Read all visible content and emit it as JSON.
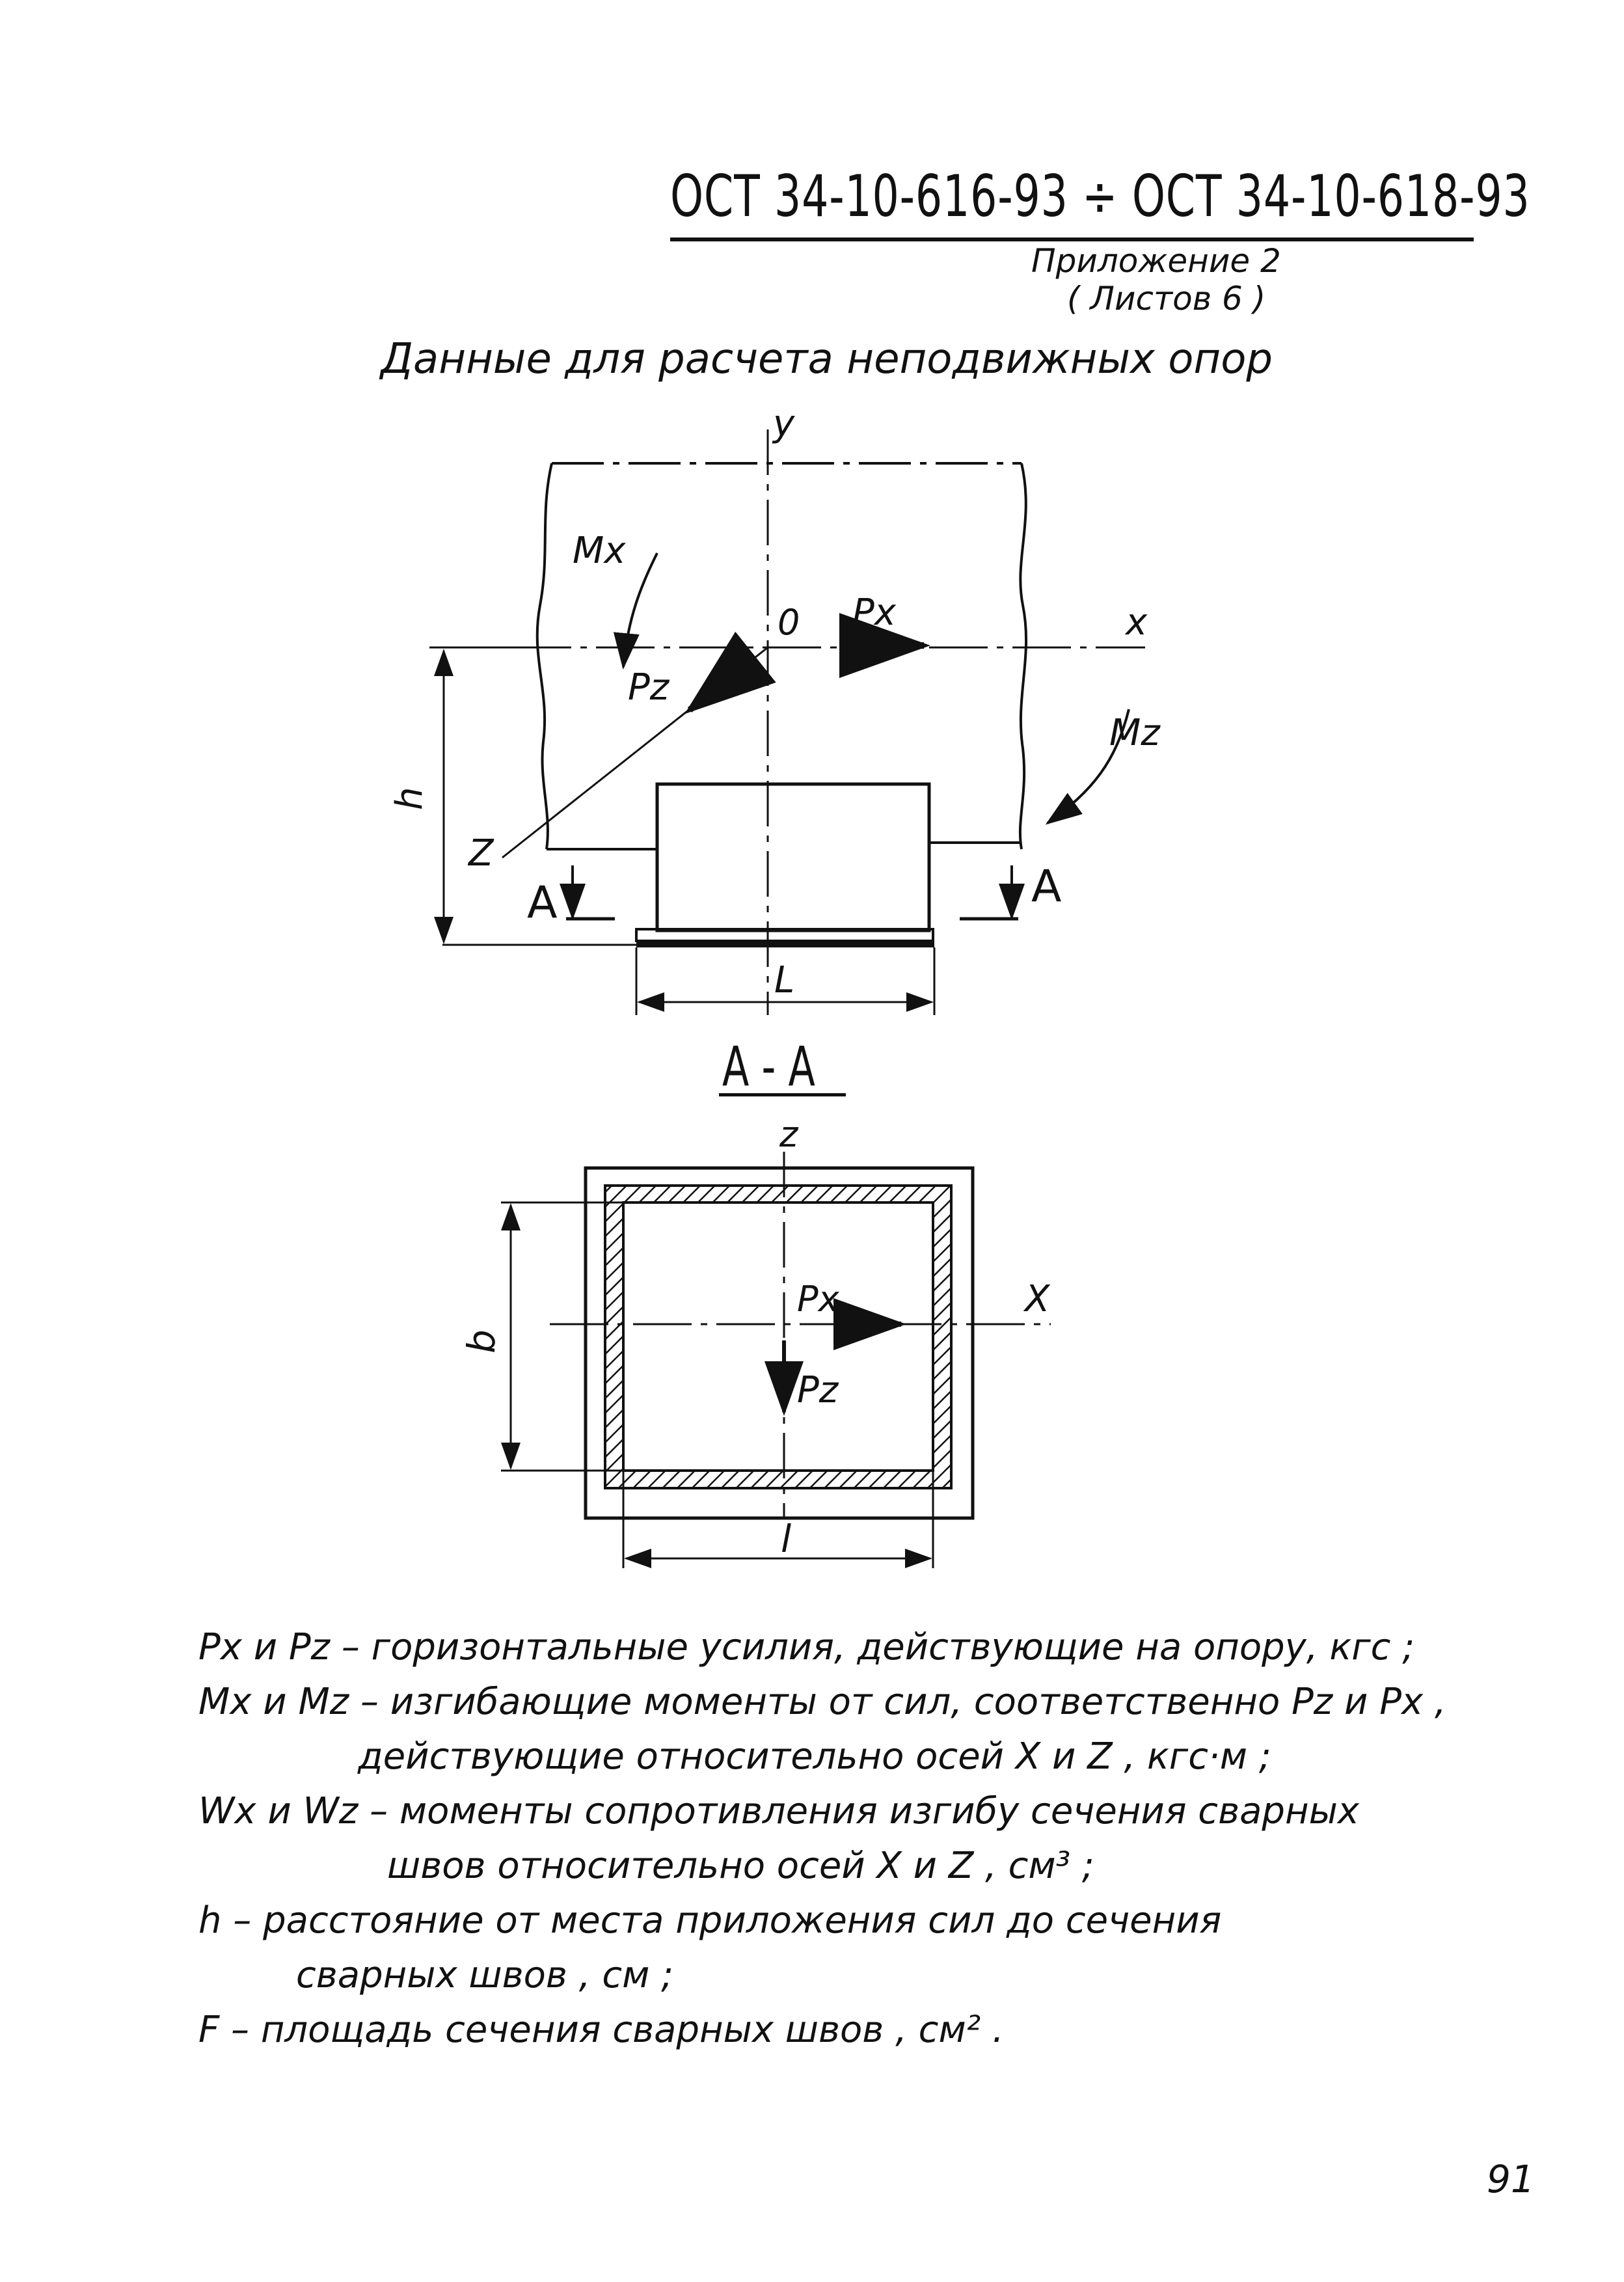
{
  "header": {
    "doc_code": "ОСТ 34-10-616-93 ÷ ОСТ 34-10-618-93",
    "appendix": "Приложение 2",
    "sheets": "( Листов 6 )"
  },
  "title": "Данные для расчета неподвижных опор",
  "figure_top": {
    "axis_y": "y",
    "axis_x": "x",
    "axis_z": "Z",
    "origin": "0",
    "force_px": "Px",
    "force_pz": "Pz",
    "moment_mx": "Mx",
    "moment_mz": "Mz",
    "height": "h",
    "length": "L",
    "cut_left": "A",
    "cut_right": "A"
  },
  "section": {
    "label": "А - А",
    "axis_z": "z",
    "axis_x": "X",
    "force_px": "Px",
    "force_pz": "Pz",
    "width_b": "b",
    "length_l": "l"
  },
  "legend": [
    "Px и Pz – горизонтальные усилия, действующие на опору, кгс ;",
    "Mx и Mz – изгибающие моменты от сил, соответственно Pz и Px ,",
    "действующие относительно осей X и Z , кгс·м ;",
    "Wx и Wz – моменты сопротивления изгибу сечения сварных",
    "швов относительно осей X и Z , см³ ;",
    "h – расстояние от места приложения сил до сечения",
    "сварных швов , см ;",
    "F – площадь сечения сварных швов , см² ."
  ],
  "page_number": "91"
}
